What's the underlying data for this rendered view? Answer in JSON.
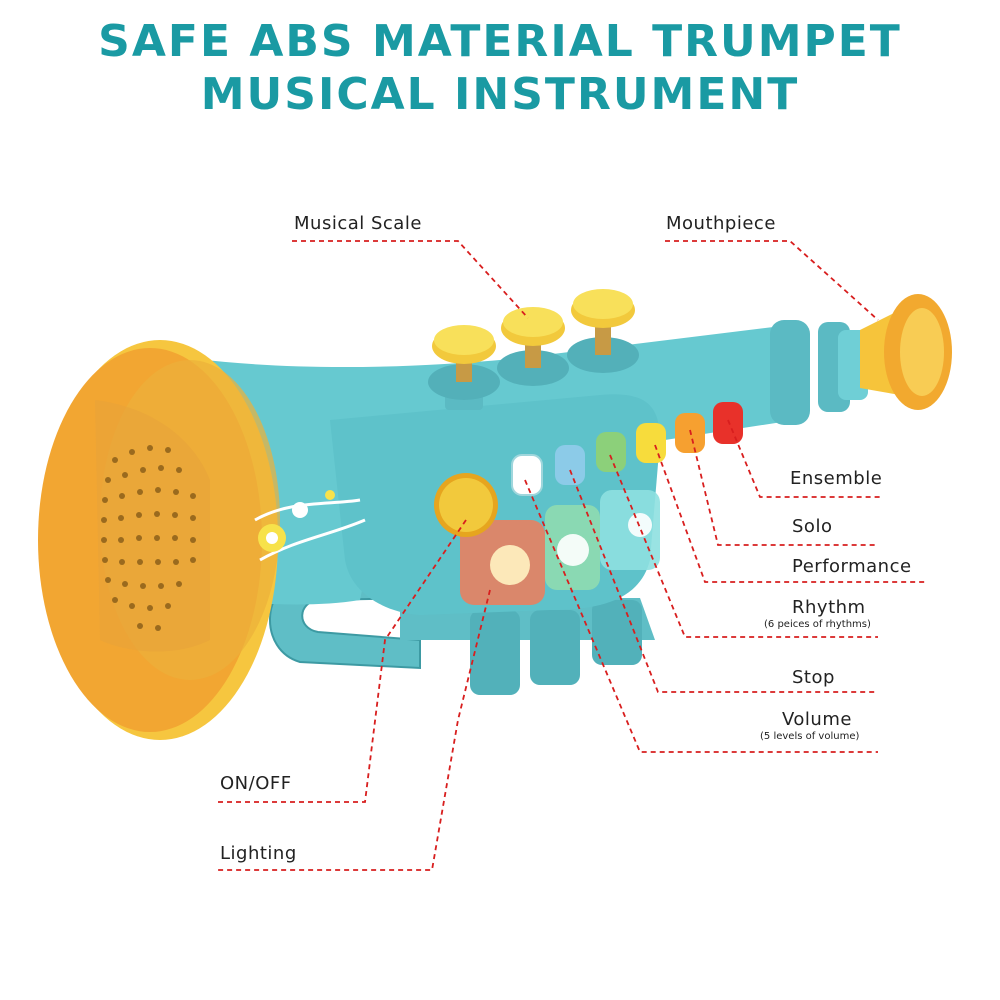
{
  "title": {
    "line1": "SAFE ABS MATERIAL TRUMPET",
    "line2": "MUSICAL INSTRUMENT"
  },
  "labels": {
    "musical_scale": "Musical Scale",
    "mouthpiece": "Mouthpiece",
    "ensemble": "Ensemble",
    "solo": "Solo",
    "performance": "Performance",
    "rhythm": "Rhythm",
    "rhythm_note": "(6 peices of rhythms)",
    "stop": "Stop",
    "volume": "Volume",
    "volume_note": "(5 levels of volume)",
    "on_off": "ON/OFF",
    "lighting": "Lighting"
  },
  "colors": {
    "title": "#1a9aa3",
    "leader_line": "#d81e1e",
    "body": "#63c8cf",
    "bell_rim": "#f2b245",
    "valve_cap": "#f7e24a",
    "ensemble_key": "#e8312a",
    "solo_key": "#f6a030",
    "performance_key": "#f7dc3c",
    "rhythm_key": "#8cd07a",
    "stop_key": "#8ccbe8",
    "volume_key": "#ffffff"
  }
}
